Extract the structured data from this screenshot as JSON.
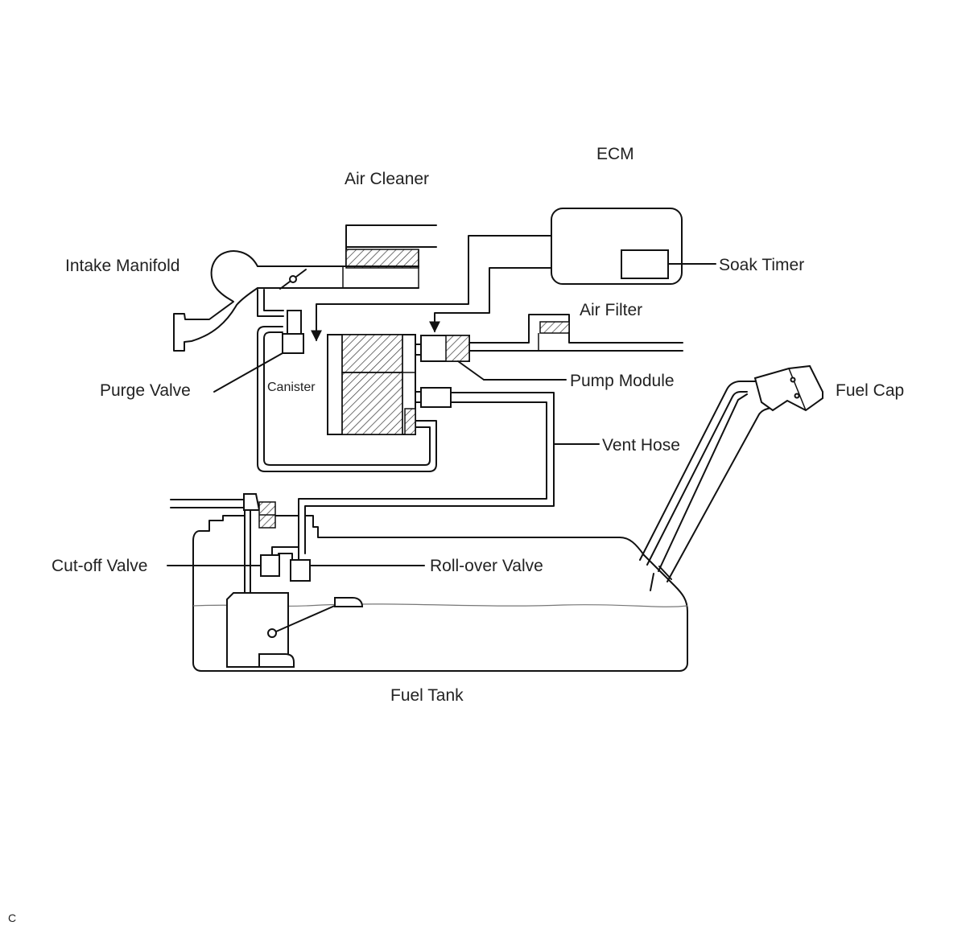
{
  "labels": {
    "ecm": "ECM",
    "air_cleaner": "Air Cleaner",
    "intake_manifold": "Intake Manifold",
    "soak_timer": "Soak Timer",
    "air_filter": "Air Filter",
    "pump_module": "Pump Module",
    "purge_valve": "Purge Valve",
    "canister": "Canister",
    "fuel_cap": "Fuel Cap",
    "vent_hose": "Vent Hose",
    "cutoff_valve": "Cut-off Valve",
    "rollover_valve": "Roll-over Valve",
    "fuel_tank": "Fuel Tank"
  },
  "corner_mark": "C"
}
